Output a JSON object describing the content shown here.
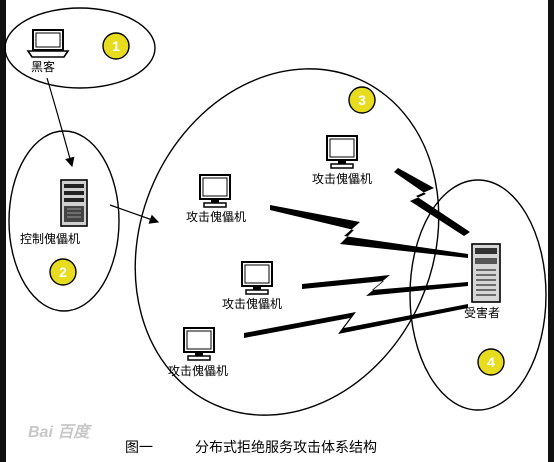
{
  "regions": [
    {
      "number": "1"
    },
    {
      "number": "2"
    },
    {
      "number": "3"
    },
    {
      "number": "4"
    }
  ],
  "nodes": {
    "hacker": "黑客",
    "control_zombie": "控制傀儡机",
    "attack_zombie_top": "攻击傀儡机",
    "attack_zombie_left": "攻击傀儡机",
    "attack_zombie_middle": "攻击傀儡机",
    "attack_zombie_bottom": "攻击傀儡机",
    "victim": "受害者"
  },
  "caption": {
    "figure": "图一",
    "title": "分布式拒绝服务攻击体系结构"
  },
  "watermark": "Bai 百度",
  "colors": {
    "badge_fill": "#e8dc1e",
    "badge_text": "#ffffff",
    "outline": "#000000"
  }
}
